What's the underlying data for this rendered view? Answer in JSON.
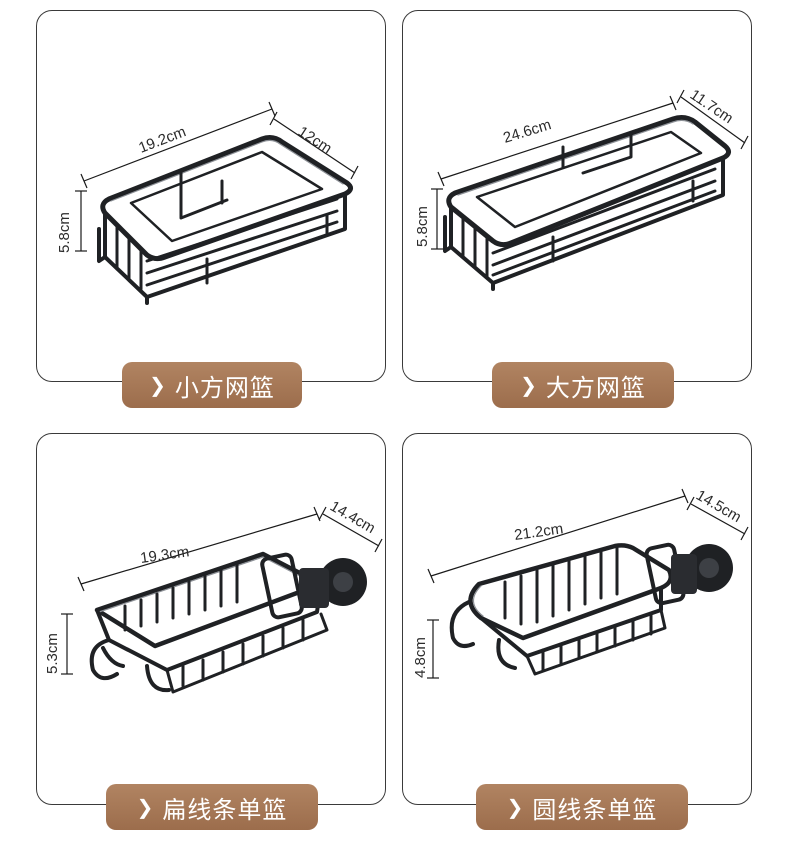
{
  "products": [
    {
      "name": "小方网篮",
      "dims": {
        "length": "19.2cm",
        "width": "12cm",
        "height": "5.8cm"
      }
    },
    {
      "name": "大方网篮",
      "dims": {
        "length": "24.6cm",
        "width": "11.7cm",
        "height": "5.8cm"
      }
    },
    {
      "name": "扁线条单篮",
      "dims": {
        "length": "19.3cm",
        "width": "14.4cm",
        "height": "5.3cm"
      }
    },
    {
      "name": "圆线条单篮",
      "dims": {
        "length": "21.2cm",
        "width": "14.5cm",
        "height": "4.8cm"
      }
    }
  ],
  "icons": {
    "label_chevron": "chevron-right-icon"
  },
  "colors": {
    "label_bg": "#a47554",
    "frame": "#1f2124",
    "border": "#3a3a3a"
  }
}
